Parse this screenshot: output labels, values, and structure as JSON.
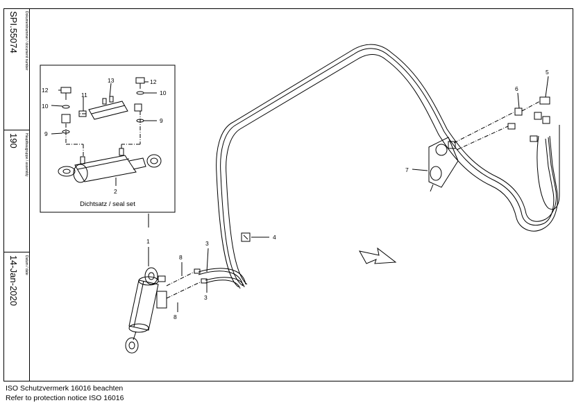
{
  "sidebar": {
    "document_label": "Dokumentnummer / document number",
    "document_number": "SPI.55074",
    "assembly_label": "Hauptbaugruppe / assembly",
    "assembly_number": "190",
    "date_label": "Datum / date",
    "date_value": "14-Jan-2020"
  },
  "diagram": {
    "inset_caption": "Dichtsatz / seal set",
    "callouts": {
      "c1": "1",
      "c2": "2",
      "c3a": "3",
      "c3b": "3",
      "c4": "4",
      "c5": "5",
      "c6": "6",
      "c7": "7",
      "c8a": "8",
      "c8b": "8",
      "c9a": "9",
      "c9b": "9",
      "c10a": "10",
      "c10b": "10",
      "c11": "11",
      "c12a": "12",
      "c12b": "12",
      "c13": "13"
    }
  },
  "footer": {
    "line1": "ISO Schutzvermerk 16016 beachten",
    "line2": "Refer to protection notice ISO 16016"
  }
}
